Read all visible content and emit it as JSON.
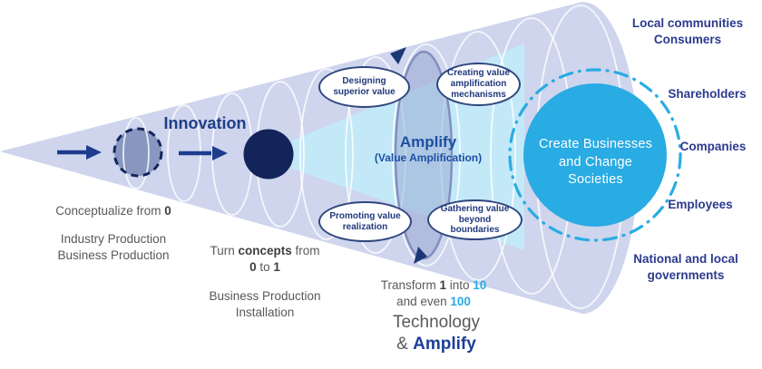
{
  "colors": {
    "cone": "#ced5ed",
    "inner_cone": "#c2eaf9",
    "navy": "#13245b",
    "dashed_circle_fill": "#8394bd",
    "arrow": "#1e3c8e",
    "loop_stroke": "#8290bd",
    "result_circle": "#29abe3",
    "label_navy": "#2c3a8e",
    "gray_text": "#595959"
  },
  "funnel": {
    "innovation_label": "Innovation",
    "amplify_title": "Amplify",
    "amplify_subtitle": "(Value Amplification)"
  },
  "bubbles": {
    "top_left": "Designing superior value",
    "top_right": "Creating value amplification mechanisms",
    "bottom_left": "Promoting value realization",
    "bottom_right": "Gathering value beyond boundaries"
  },
  "result_circle": {
    "line1": "Create Businesses",
    "line2": "and Change Societies"
  },
  "stakeholders": {
    "local_communities": [
      "Local communities",
      "Consumers"
    ],
    "shareholders": "Shareholders",
    "companies": "Companies",
    "employees": "Employees",
    "governments": [
      "National and local",
      "governments"
    ]
  },
  "captions": {
    "conceptualize": {
      "pre": "Conceptualize from ",
      "zero": "0"
    },
    "industry": [
      "Industry Production",
      "Business Production"
    ],
    "turn": {
      "t1": "Turn ",
      "t2": "concepts",
      "t3": " from",
      "l2a": "0",
      "l2b": " to ",
      "l2c": "1"
    },
    "business_install": [
      "Business Production",
      "Installation"
    ],
    "transform": {
      "t1": "Transform ",
      "t2": "1",
      "t3": " into ",
      "t4": "10",
      "l2a": "and even ",
      "l2b": "100"
    },
    "technology": {
      "line1": "Technology",
      "amp": "& ",
      "amplify": "Amplify"
    }
  }
}
